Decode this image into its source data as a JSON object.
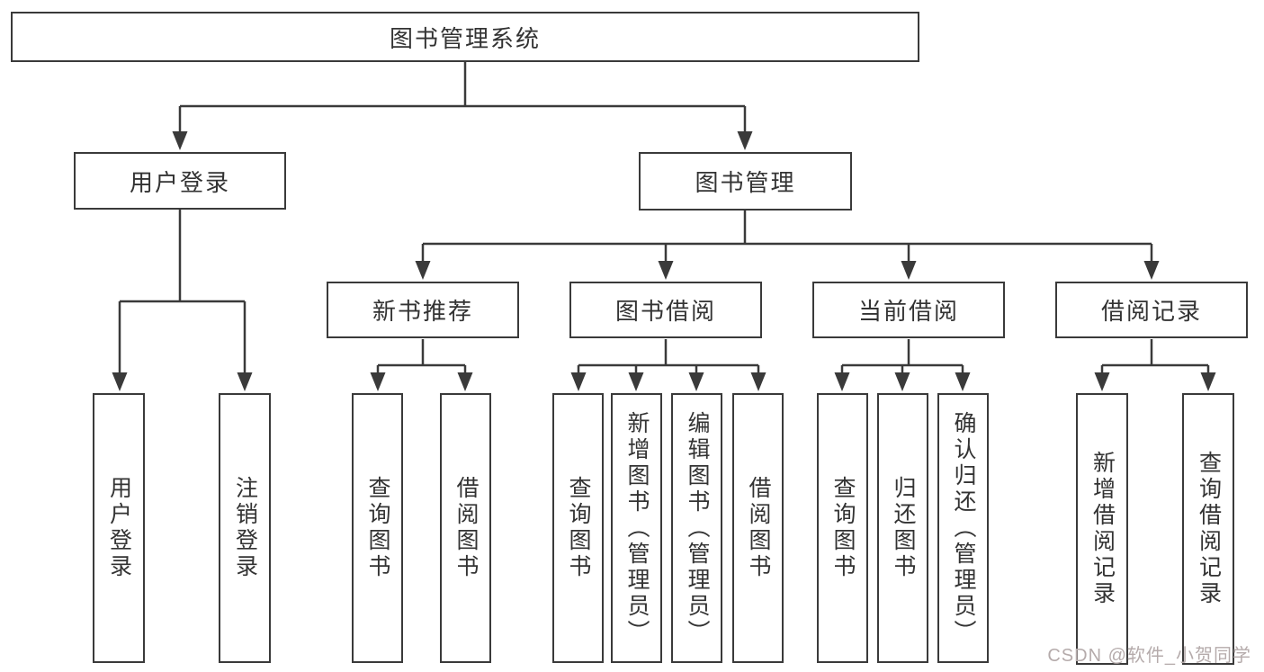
{
  "diagram_type": "hierarchy-tree",
  "tree": {
    "label": "图书管理系统",
    "children": [
      {
        "label": "用户登录",
        "children": [
          {
            "label": "用户登录"
          },
          {
            "label": "注销登录"
          }
        ]
      },
      {
        "label": "图书管理",
        "children": [
          {
            "label": "新书推荐",
            "children": [
              {
                "label": "查询图书"
              },
              {
                "label": "借阅图书"
              }
            ]
          },
          {
            "label": "图书借阅",
            "children": [
              {
                "label": "查询图书"
              },
              {
                "label": "新增图书（管理员）"
              },
              {
                "label": "编辑图书（管理员）"
              },
              {
                "label": "借阅图书"
              }
            ]
          },
          {
            "label": "当前借阅",
            "children": [
              {
                "label": "查询图书"
              },
              {
                "label": "归还图书"
              },
              {
                "label": "确认归还（管理员）"
              }
            ]
          },
          {
            "label": "借阅记录",
            "children": [
              {
                "label": "新增借阅记录"
              },
              {
                "label": "查询借阅记录"
              }
            ]
          }
        ]
      }
    ]
  },
  "watermark": "CSDN @软件_小贺同学",
  "colors": {
    "line": "#3a3a3a",
    "text": "#333333",
    "background": "#ffffff",
    "watermark": "#b5abab"
  }
}
